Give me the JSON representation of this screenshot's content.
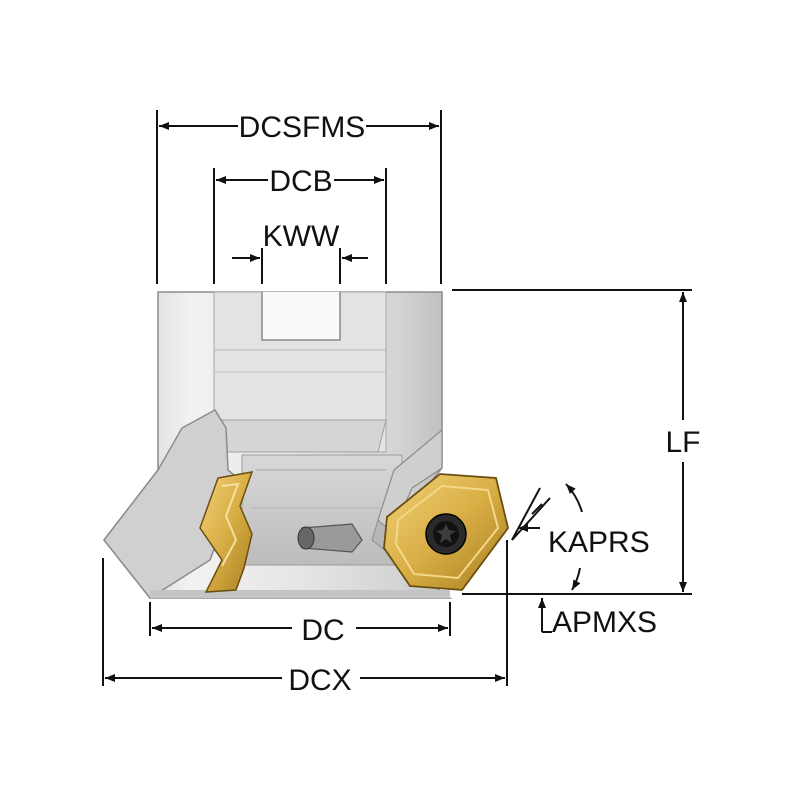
{
  "labels": {
    "dcsfms": "DCSFMS",
    "dcb": "DCB",
    "kww": "KWW",
    "lf": "LF",
    "kaprs": "KAPRS",
    "apmxs": "APMXS",
    "dc": "DC",
    "dcx": "DCX"
  },
  "colors": {
    "body_light": "#eeeeee",
    "body_mid": "#c8c8c8",
    "body_dark": "#8a8a8a",
    "insert_gold": "#d9b24a",
    "insert_dark": "#8a6a1a",
    "dimension_line": "#111111"
  },
  "icons": {
    "screw": "torx-screw-icon"
  }
}
